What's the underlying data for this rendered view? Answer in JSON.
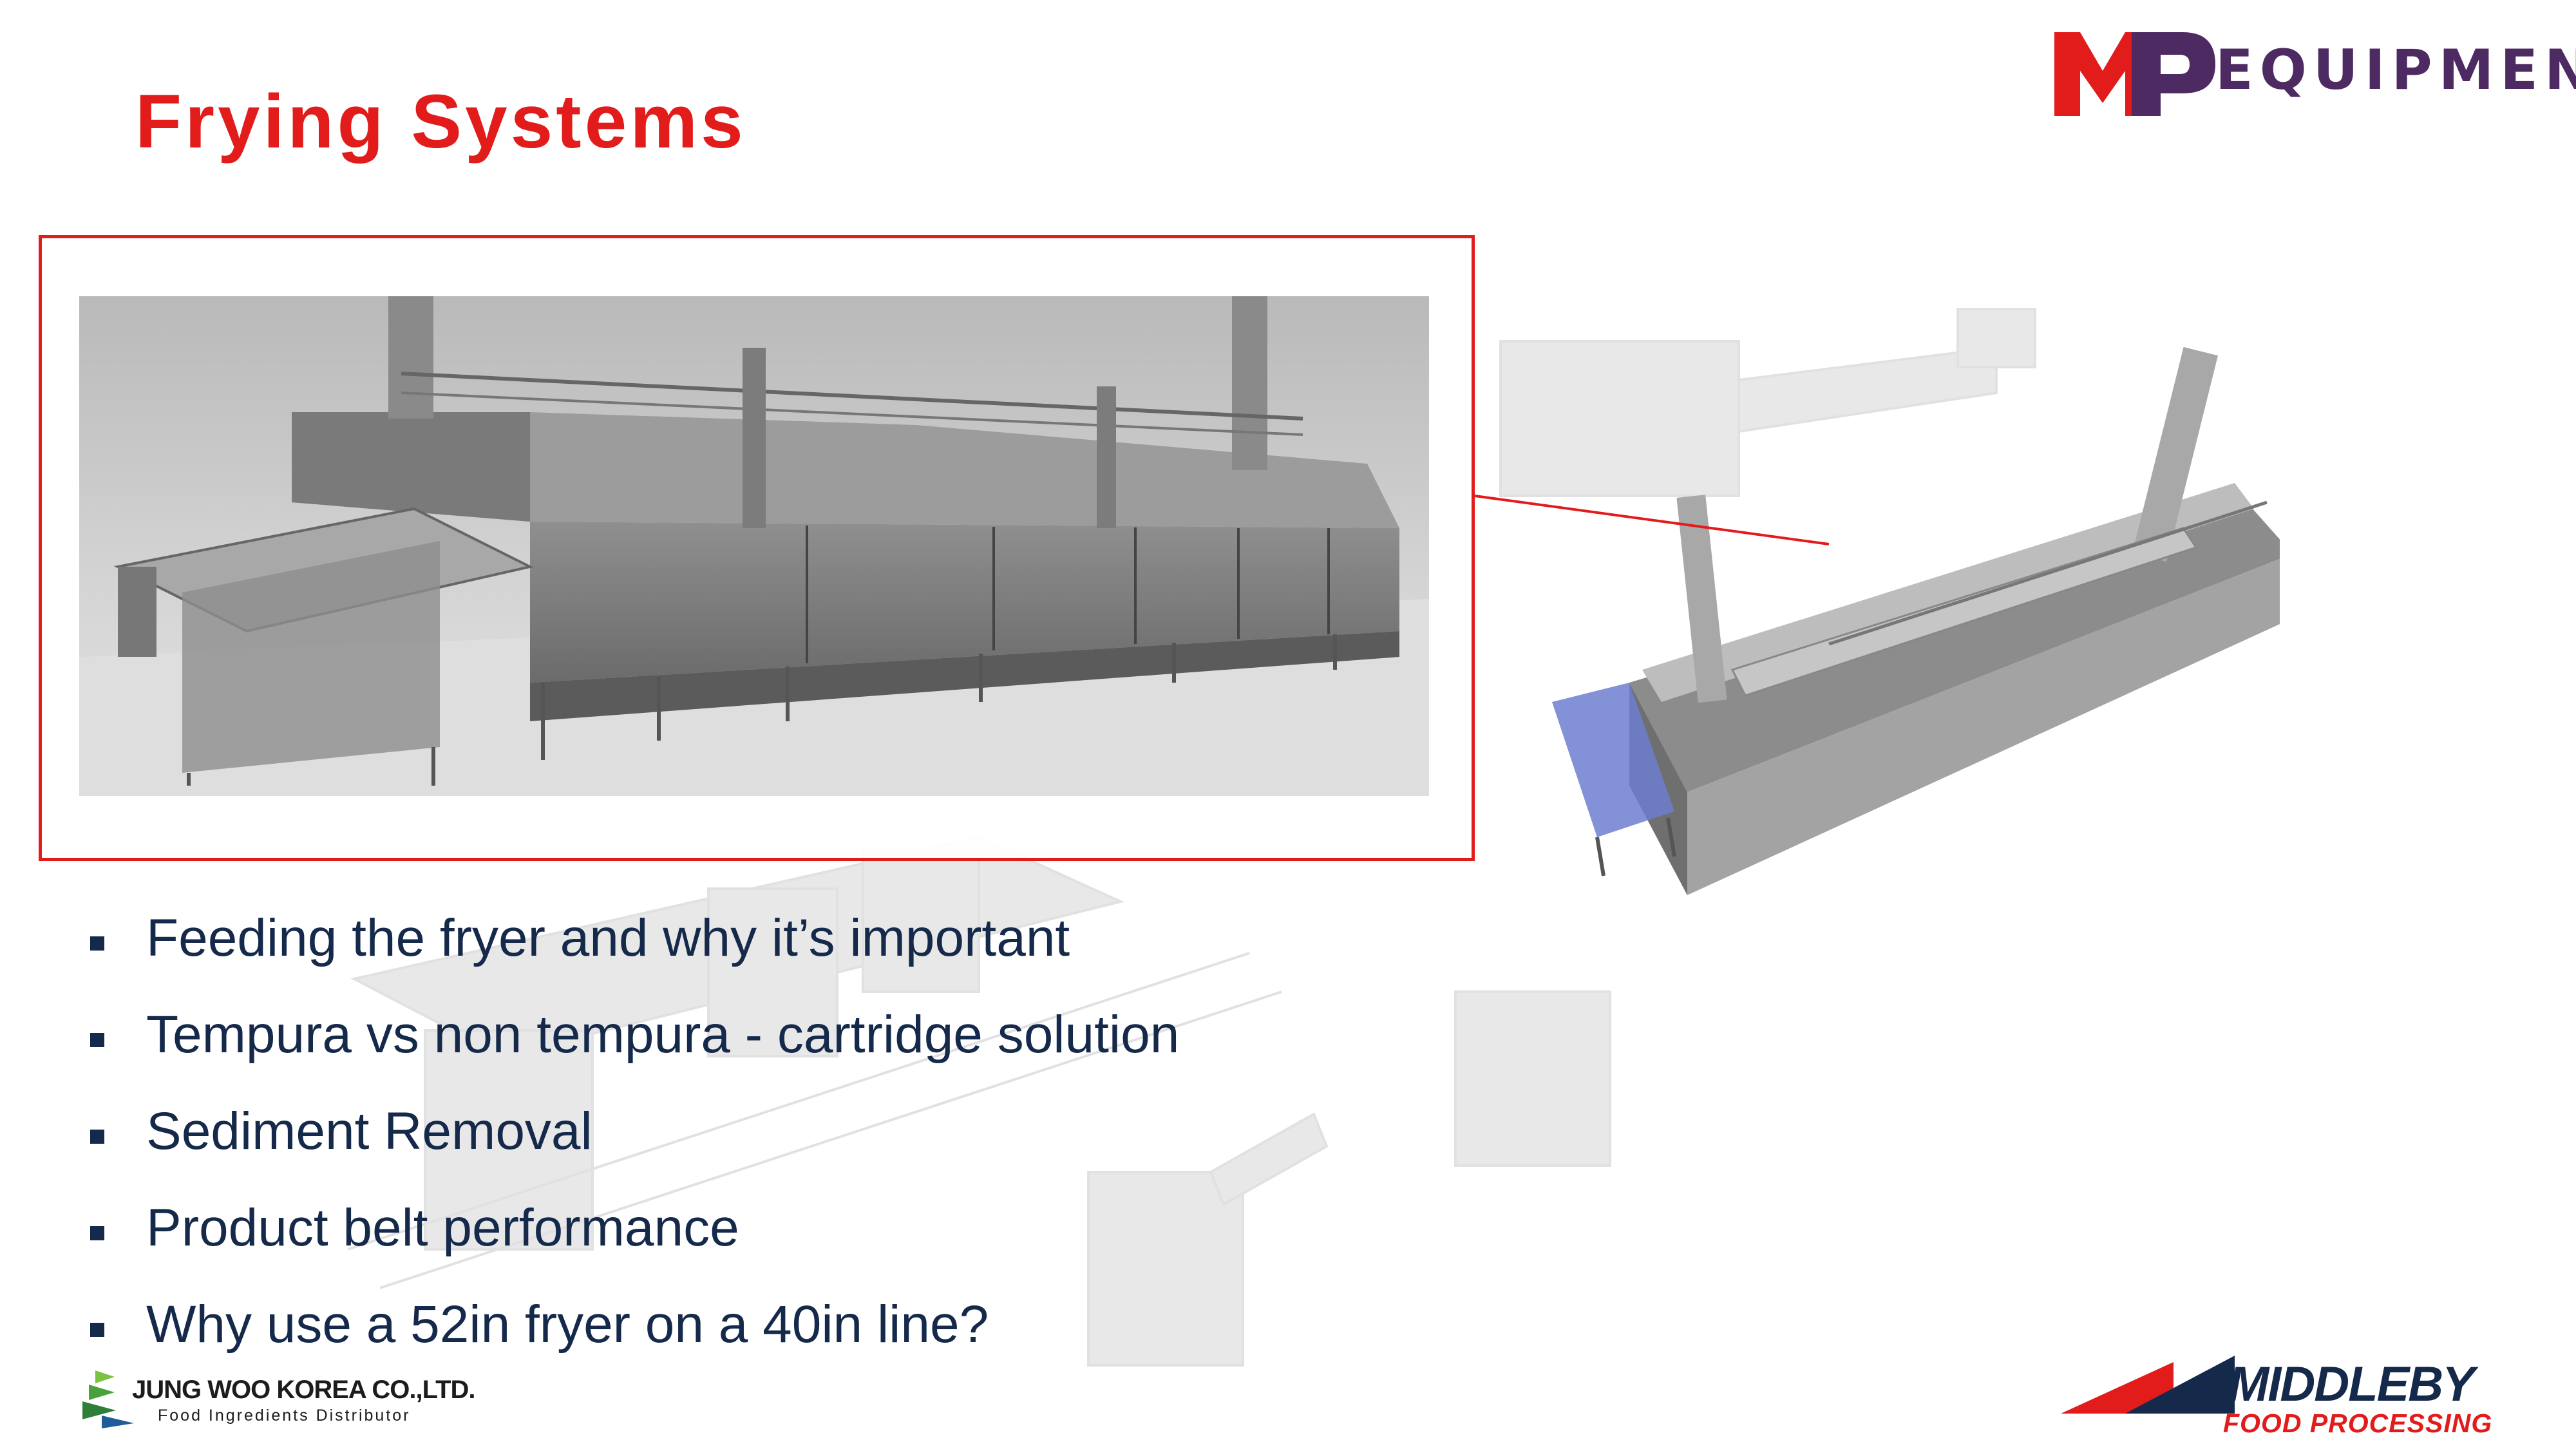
{
  "slide": {
    "title": "Frying Systems",
    "bullets": [
      "Feeding the fryer and why it’s important",
      "Tempura vs non tempura - cartridge solution",
      "Sediment Removal",
      "Product belt performance",
      "Why use a 52in fryer on a 40in line?"
    ]
  },
  "brand_top": {
    "word": "EQUIPMENT",
    "colors": {
      "red": "#e21b1b",
      "purple": "#4e2a62"
    }
  },
  "brand_left": {
    "name": "JUNG WOO KOREA CO.,LTD.",
    "tagline": "Food Ingredients Distributor"
  },
  "brand_right": {
    "name": "MIDDLEBY",
    "tagline": "FOOD PROCESSING"
  },
  "colors": {
    "title": "#e21b1b",
    "text": "#15294a",
    "frame": "#e21b1b"
  }
}
